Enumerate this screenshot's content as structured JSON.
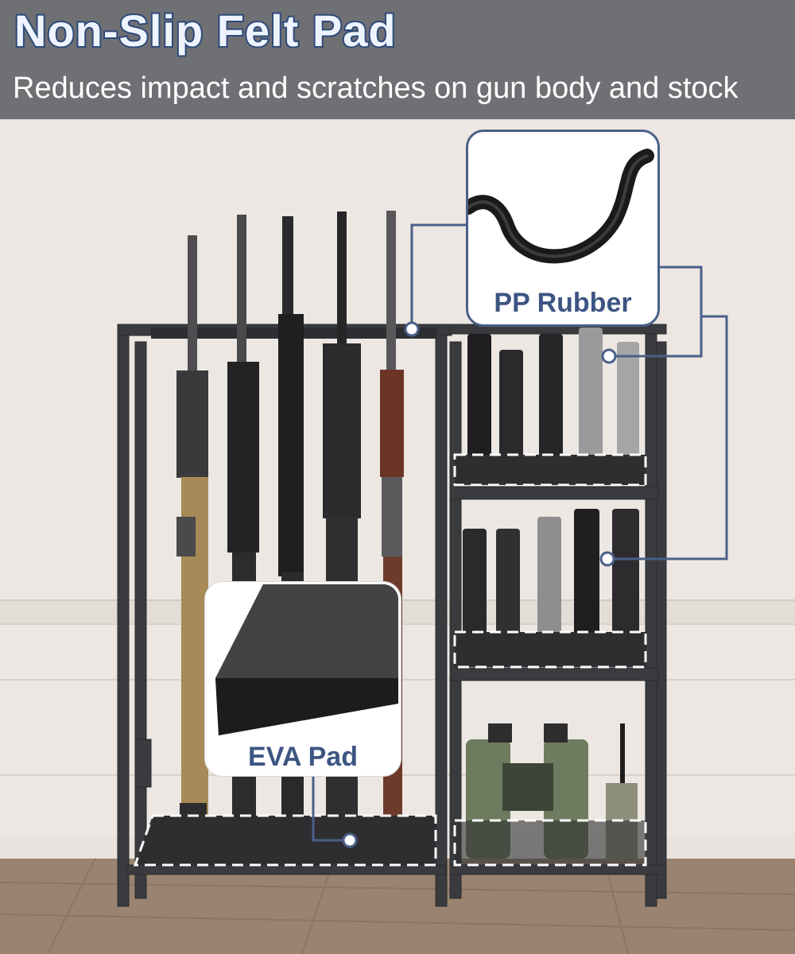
{
  "header": {
    "title": "Non-Slip Felt Pad",
    "subtitle": "Reduces impact and scratches on gun body and stock"
  },
  "callouts": {
    "pp_rubber": {
      "label": "PP Rubber"
    },
    "eva_pad": {
      "label": "EVA Pad"
    }
  },
  "colors": {
    "header_bg": "#6f7074",
    "title_outline": "#2e4a78",
    "accent": "#4a5f88",
    "wall": "#ece7e2",
    "floor": "#9a8471",
    "rack_frame": "#3a3b3e"
  }
}
